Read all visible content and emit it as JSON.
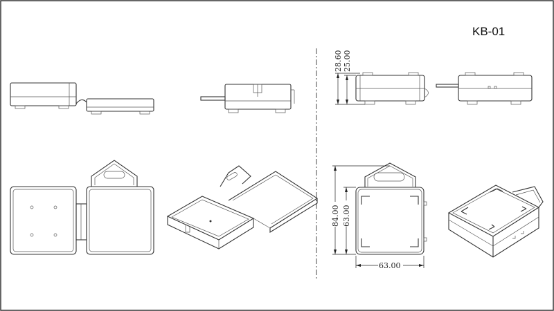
{
  "title": "KB-01",
  "dimensions": {
    "total_height": "28.60",
    "body_height": "25.00",
    "overall_length": "84.00",
    "body_length": "63.00",
    "body_width": "63.00"
  }
}
